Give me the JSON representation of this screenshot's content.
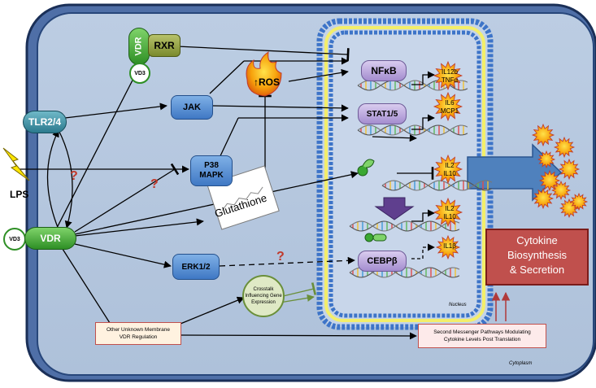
{
  "labels": {
    "rxr": "RXR",
    "vdr_top": "VDR",
    "vd3_top": "VD3",
    "tlr": "TLR2/4",
    "lps": "LPS",
    "vd3_left": "VD3",
    "vdr_left": "VDR",
    "jak": "JAK",
    "p38_line1": "P38",
    "p38_line2": "MAPK",
    "glutathione": "Glutathione",
    "ros": "ROS",
    "erk": "ERK1/2",
    "nfkb": "NFκB",
    "stat": "STAT1/5",
    "cebpb": "CEBPβ",
    "crosstalk_line1": "Crosstalk",
    "crosstalk_line2": "Influencing Gene",
    "crosstalk_line3": "Expression",
    "other_line1": "Other Unknown Membrane",
    "other_line2": "VDR Regulation",
    "second_line1": "Second Messenger Pathways Modulating",
    "second_line2": "Cytokine Levels Post Translation",
    "cytokine_line1": "Cytokine",
    "cytokine_line2": "Biosynthesis",
    "cytokine_line3": "& Secretion",
    "nucleus": "Nucleus",
    "cytoplasm": "Cytoplasm",
    "question": "?"
  },
  "cytokines": {
    "nfkb_line1": "IL12b",
    "nfkb_line2": "TNFα",
    "stat_line1": "IL6",
    "stat_line2": "MCP1",
    "vdr_line1": "IL2",
    "vdr_line2": "IL10",
    "vdr2_line1": "IL2",
    "vdr2_line2": "IL10",
    "cebpb_line1": "IL1β"
  },
  "colors": {
    "cell_fill": "#b4c7de",
    "cell_border": "#1f3d6a",
    "outer_fill": "#6b8cc0",
    "nucleus_blue": "#3d74c8",
    "nucleus_yellow": "#f3ee6a",
    "cytokine_box": "#c0504d",
    "protein_blue": "#4f81bd",
    "receptor_green": "#3aa832",
    "burst": "#f7a20c"
  }
}
